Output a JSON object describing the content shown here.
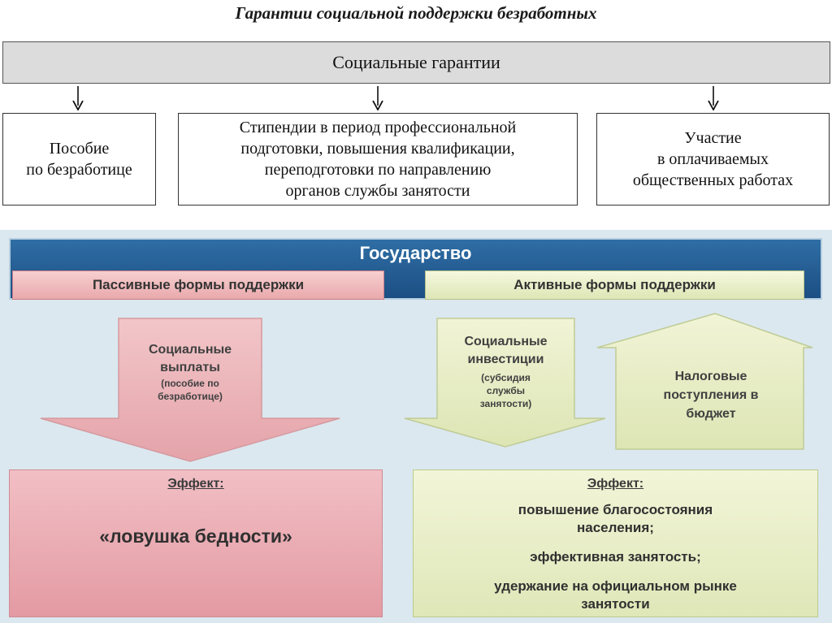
{
  "title": "Гарантии социальной поддержки безработных",
  "guarantees": {
    "header": "Социальные гарантии",
    "boxes": [
      [
        "Пособие",
        "по безработице"
      ],
      [
        "Стипендии в период профессиональной",
        "подготовки, повышения квалификации,",
        "переподготовки по направлению",
        "органов службы занятости"
      ],
      [
        "Участие",
        "в оплачиваемых",
        "общественных работах"
      ]
    ]
  },
  "infographic": {
    "state": "Государство",
    "passive_forms": "Пассивные формы поддержки",
    "active_forms": "Активные формы поддержки",
    "social_payments": {
      "lines": [
        "Социальные",
        "выплаты"
      ],
      "note": [
        "(пособие по",
        "безработице)"
      ]
    },
    "social_investments": {
      "lines": [
        "Социальные",
        "инвестиции"
      ],
      "note": [
        "(субсидия",
        "службы",
        "занятости)"
      ]
    },
    "tax_revenue": [
      "Налоговые",
      "поступления в",
      "бюджет"
    ],
    "effect_left": {
      "label": "Эффект:",
      "text": "«ловушка бедности»"
    },
    "effect_right": {
      "label": "Эффект:",
      "items": [
        [
          "повышение благосостояния",
          "населения;"
        ],
        [
          "эффективная занятость;"
        ],
        [
          "удержание на официальном рынке",
          "занятости"
        ]
      ]
    }
  },
  "colors": {
    "state_bar": "#1c4f83",
    "passive": "#e9a9ad",
    "active": "#dde6b5",
    "background": "#dbe8ef"
  }
}
